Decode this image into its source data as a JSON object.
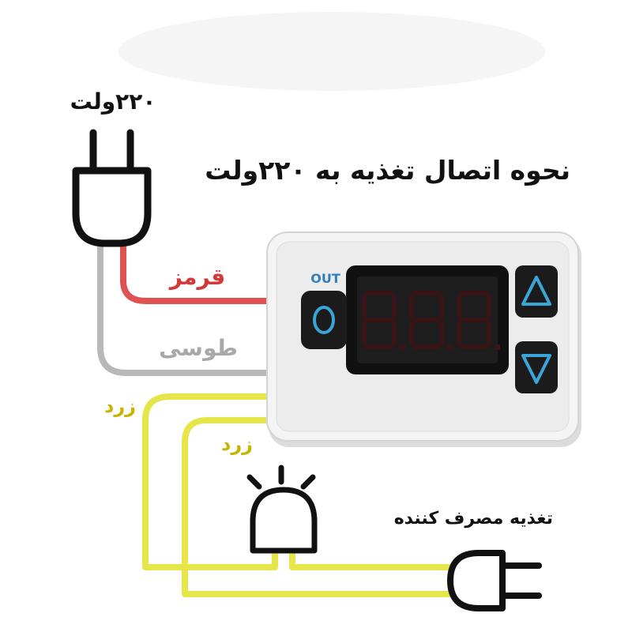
{
  "title": "نحوه اتصال تغذیه به ۲۲۰ولت",
  "input_voltage_label": "۲۲۰ولت",
  "wire_labels": {
    "red": "قرمز",
    "gray": "طوسی",
    "yellow_outer": "زرد",
    "yellow_inner": "زرد"
  },
  "load_label": "تغذیه مصرف کننده",
  "device": {
    "out_label": "OUT",
    "display_text": "8.8.8."
  },
  "colors": {
    "red_wire": "#e05252",
    "gray_wire": "#b8b8b8",
    "yellow_wire": "#e6e64a",
    "red_text": "#d23a3a",
    "gray_text": "#a8a8a8",
    "yellow_text": "#c8b400",
    "led_off": "#3a1518",
    "button_accent": "#3aa6d8",
    "outline": "#111111"
  },
  "icons": [
    "input-plug-icon",
    "lamp-icon",
    "output-plug-icon",
    "up-arrow-icon",
    "down-arrow-icon",
    "out-button-icon"
  ]
}
